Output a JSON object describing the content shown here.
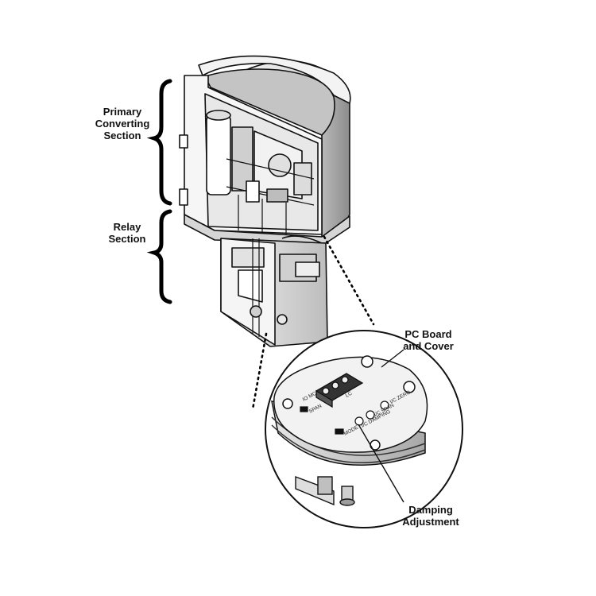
{
  "labels": {
    "primary_converting_section": "Primary\nConverting\nSection",
    "relay_section": "Relay\nSection",
    "pc_board_and_cover": "PC Board\nand Cover",
    "damping_adjustment": "Damping\nAdjustment"
  },
  "board_markings": {
    "zero": "I/C\nZERO",
    "span": "I/C\nSPAN",
    "damping": "I/C\nDAMPING",
    "terminal_left": "IO  MC",
    "terminal_right": "LC",
    "jumper_left": "SPAN",
    "jumper_right": "MODE"
  },
  "colors": {
    "ink": "#111111",
    "housing_light": "#efefef",
    "housing_mid": "#d9d9d9",
    "housing_dark": "#9a9a9a",
    "background": "#ffffff"
  }
}
